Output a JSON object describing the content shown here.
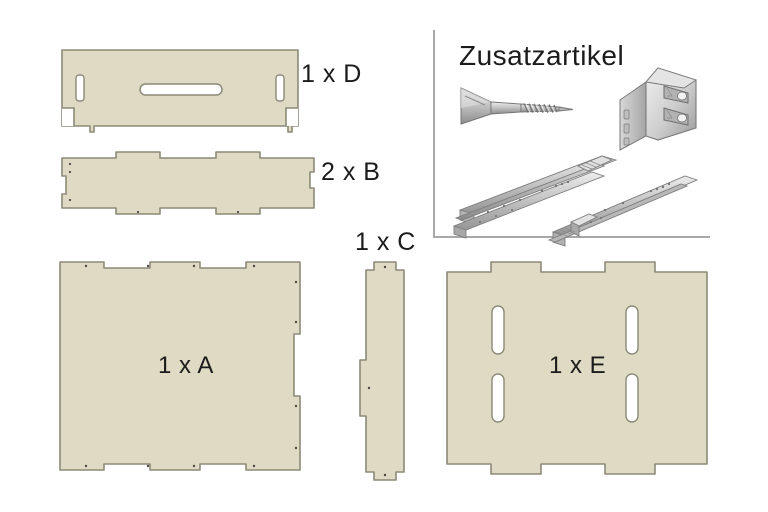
{
  "document": {
    "type": "assembly-parts-diagram",
    "language": "de",
    "background_color": "#ffffff"
  },
  "colors": {
    "panel_fill": "#dedac3",
    "panel_stroke": "#8c8a78",
    "panel_shadow": "#c9c5ae",
    "hole_fill": "#ffffff",
    "text": "#1b1b1b",
    "box_border": "#a8a8a8",
    "metal_light": "#e8e8e8",
    "metal_mid": "#c0c0c0",
    "metal_dark": "#8f8f8f",
    "metal_darker": "#6e6e6e"
  },
  "parts": [
    {
      "id": "D",
      "label": "1 x D",
      "quantity": 1,
      "name": "front-panel-with-handle-slot",
      "label_position": "right",
      "features": [
        "center-handle-slot",
        "two-end-slots",
        "bottom-corner-notches"
      ]
    },
    {
      "id": "B",
      "label": "2 x B",
      "quantity": 2,
      "name": "side-rail-panel",
      "label_position": "right",
      "features": [
        "top-notches",
        "bottom-notches",
        "edge-drill-holes"
      ]
    },
    {
      "id": "C",
      "label": "1 x C",
      "quantity": 1,
      "name": "narrow-divider-panel",
      "label_position": "top",
      "features": [
        "top-tab",
        "bottom-tab",
        "left-edge-step",
        "drill-hole"
      ]
    },
    {
      "id": "A",
      "label": "1 x A",
      "quantity": 1,
      "name": "large-back-panel",
      "label_position": "center",
      "features": [
        "top-notches",
        "bottom-notches",
        "right-edge-step",
        "drill-holes"
      ]
    },
    {
      "id": "E",
      "label": "1 x E",
      "quantity": 1,
      "name": "front-face-panel",
      "label_position": "center",
      "features": [
        "four-vertical-slots",
        "top-tabs",
        "bottom-tabs"
      ]
    }
  ],
  "extras_box": {
    "title": "Zusatzartikel",
    "items": [
      {
        "name": "countersunk-wood-screw",
        "count_shown": 1
      },
      {
        "name": "angle-bracket",
        "count_shown": 1
      },
      {
        "name": "drawer-slide",
        "count_shown": 2
      }
    ]
  }
}
